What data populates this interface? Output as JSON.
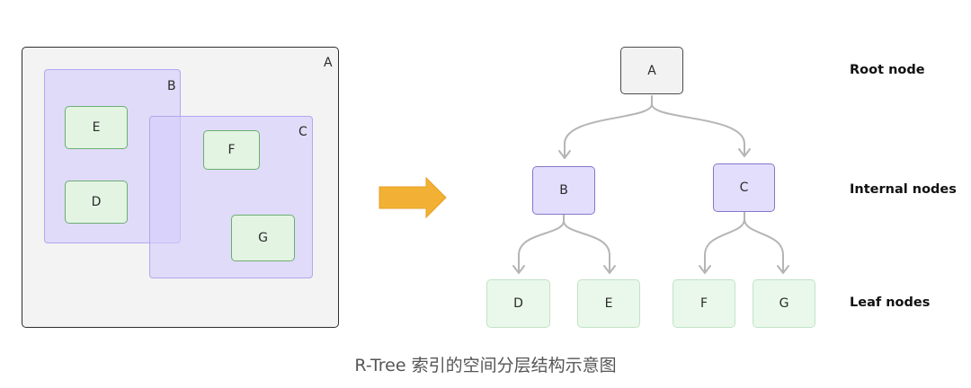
{
  "spatial_view": {
    "regions": {
      "A": "A",
      "B": "B",
      "C": "C"
    },
    "objects": {
      "D": "D",
      "E": "E",
      "F": "F",
      "G": "G"
    }
  },
  "tree": {
    "root": "A",
    "internal": [
      "B",
      "C"
    ],
    "leaves": [
      "D",
      "E",
      "F",
      "G"
    ]
  },
  "level_labels": {
    "root": "Root node",
    "internal": "Internal nodes",
    "leaf": "Leaf nodes"
  },
  "caption": "R-Tree 索引的空间分层结构示意图",
  "colors": {
    "root_fill": "#f2f2f2",
    "internal_fill": "#e4defd",
    "leaf_fill": "#e9f8ea",
    "arrow": "#f2b134",
    "connector": "#b5b5b5"
  }
}
